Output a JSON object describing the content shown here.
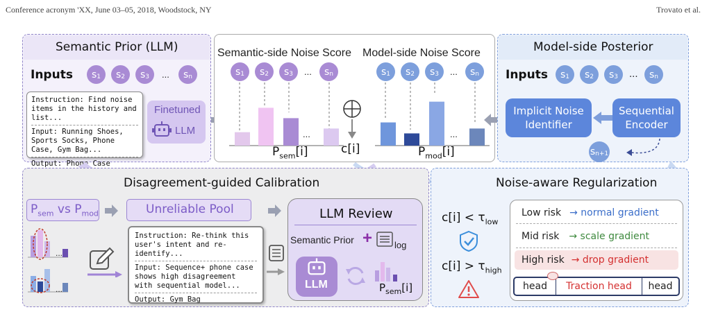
{
  "header": {
    "left": "Conference acronym 'XX, June 03–05, 2018, Woodstock, NY",
    "right": "Trovato et al."
  },
  "semantic_prior": {
    "title": "Semantic Prior (LLM)",
    "inputs_label": "Inputs",
    "tokens": [
      "s",
      "s",
      "s",
      "s"
    ],
    "token_subs": [
      "1",
      "2",
      "3",
      "n"
    ],
    "ellipsis": "...",
    "instruction": "Instruction: Find noise items in the history and list...",
    "input": "Input: Running Shoes, Sports Socks, Phone Case, Gym Bag...",
    "output": "Output: Phone Case",
    "model_name": "Finetuned",
    "model_sub": "LLM"
  },
  "semantic_score": {
    "title": "Semantic-side Noise Score",
    "label": "P",
    "label_sub": "sem",
    "label_suffix": "[i]",
    "ellipsis": "...",
    "bar_values": [
      0.22,
      0.62,
      0.45,
      0.28
    ]
  },
  "combine": {
    "label": "c[i]"
  },
  "model_score": {
    "title": "Model-side Noise Score",
    "label": "P",
    "label_sub": "mod",
    "label_suffix": "[i]",
    "ellipsis": "...",
    "bar_values": [
      0.38,
      0.2,
      0.72,
      0.28
    ]
  },
  "model_posterior": {
    "title": "Model-side Posterior",
    "inputs_label": "Inputs",
    "tokens": [
      "s",
      "s",
      "s",
      "s"
    ],
    "token_subs": [
      "1",
      "2",
      "3",
      "n"
    ],
    "ellipsis": "...",
    "implicit": "Implicit Noise Identifier",
    "encoder": "Sequential Encoder",
    "next_token": "s",
    "next_sub": "n+1"
  },
  "calibration": {
    "title": "Disagreement-guided Calibration",
    "compare_a": "P",
    "compare_a_sub": "sem",
    "compare_vs": " vs ",
    "compare_b": "P",
    "compare_b_sub": "mod",
    "pool": "Unreliable Pool",
    "ellipsis": "...",
    "instruction": "Instruction: Re-think this user's intent and re-identify...",
    "input": "Input: Sequence+ phone case shows high disagreement with sequential model...",
    "output": "Output: Gym Bag",
    "review_title": "LLM Review",
    "review_prior": "Semantic Prior",
    "review_log": "log",
    "llm": "LLM",
    "review_label": "P",
    "review_sub": "sem",
    "review_suffix": "[i]"
  },
  "regularization": {
    "title": "Noise-aware Regularization",
    "low_cond": "c[i] < τ",
    "low_sub": "low",
    "high_cond": "c[i] > τ",
    "high_sub": "high",
    "rows": [
      {
        "risk": "Low risk",
        "action": "→ normal gradient"
      },
      {
        "risk": "Mid risk",
        "action": "→ scale gradient"
      },
      {
        "risk": "High risk",
        "action": "→ drop gradient"
      }
    ],
    "heads": [
      "head",
      "Traction head",
      "head"
    ]
  },
  "colors": {
    "purple": "#a98bd4",
    "blue": "#5c86db",
    "panel_purple": "#f3f0fb",
    "panel_blue": "#eef3fb"
  }
}
